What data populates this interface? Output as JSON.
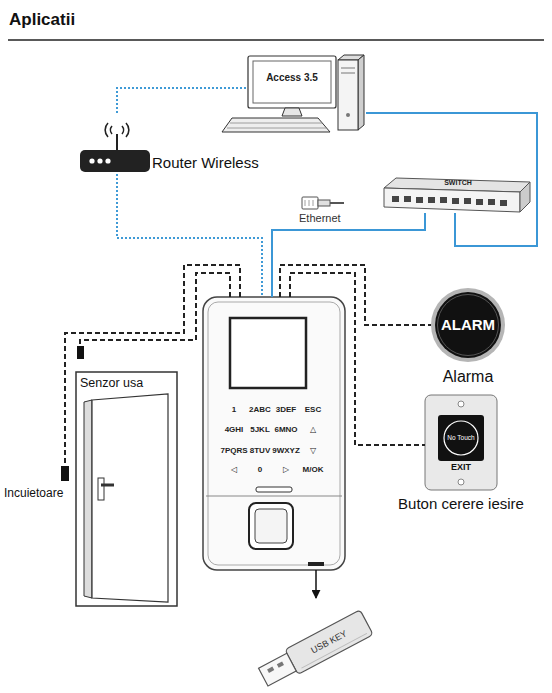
{
  "diagram": {
    "title": "Aplicatii",
    "nodes": [
      {
        "text": [
          "Access 3.5"
        ]
      },
      {
        "text": [
          "Router Wireless"
        ]
      },
      {
        "text": [
          "SWITCH"
        ]
      },
      {
        "text": [
          "1",
          "2ABC",
          "3DEF",
          "ESC",
          "4GHI",
          "5JKL",
          "6MNO",
          "△",
          "7PQRS",
          "8TUV",
          "9WXYZ",
          "▽",
          "◁",
          "0",
          "▷",
          "M/OK"
        ]
      },
      {
        "text": [
          "ALARM",
          "Alarma"
        ]
      },
      {
        "text": [
          "Senzor usa"
        ]
      },
      {
        "text": [
          "No Touch",
          "EXIT",
          "Buton cerere iesire"
        ]
      },
      {
        "text": [
          "Incuietoare"
        ]
      },
      {
        "text": [
          "USB KEY"
        ]
      }
    ],
    "edges": [
      {
        "from": 0,
        "to": 1,
        "arrow": "none"
      },
      {
        "from": 0,
        "to": 2,
        "arrow": "none"
      },
      {
        "from": 1,
        "to": 3,
        "arrow": "none"
      },
      {
        "from": 2,
        "to": 3,
        "arrow": "none"
      },
      {
        "from": 3,
        "to": 5,
        "arrow": "none"
      },
      {
        "from": 3,
        "to": 4,
        "arrow": "none"
      },
      {
        "from": 3,
        "to": 6,
        "arrow": "none"
      },
      {
        "from": 3,
        "to": 7,
        "arrow": "none"
      },
      {
        "from": 3,
        "to": 8,
        "arrow": "to"
      }
    ],
    "labels": [
      "Ethernet"
    ]
  }
}
